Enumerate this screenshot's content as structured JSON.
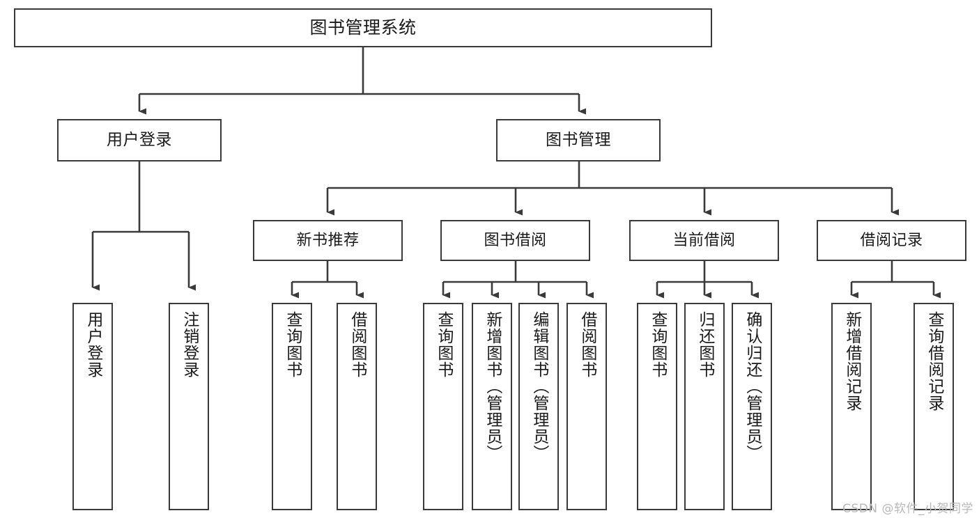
{
  "diagram": {
    "title": "图书管理系统",
    "type": "hierarchy-tree",
    "watermark": "CSDN @软件_小贺同学",
    "colors": {
      "box_border": "#3a3a3a",
      "box_fill": "#ffffff",
      "line": "#3a3a3a",
      "text": "#1a1a1a",
      "watermark": "#b9b9b9"
    },
    "root": {
      "label": "图书管理系统"
    },
    "level2": [
      {
        "label": "用户登录"
      },
      {
        "label": "图书管理"
      }
    ],
    "level3": [
      {
        "label": "新书推荐"
      },
      {
        "label": "图书借阅"
      },
      {
        "label": "当前借阅"
      },
      {
        "label": "借阅记录"
      }
    ],
    "leaves": {
      "user_login": [
        {
          "label": "用户登录"
        },
        {
          "label": "注销登录"
        }
      ],
      "new_book_recommend": [
        {
          "label": "查询图书"
        },
        {
          "label": "借阅图书"
        }
      ],
      "book_borrow": [
        {
          "label": "查询图书"
        },
        {
          "label": "新增图书（管理员）"
        },
        {
          "label": "编辑图书（管理员）"
        },
        {
          "label": "借阅图书"
        }
      ],
      "current_borrow": [
        {
          "label": "查询图书"
        },
        {
          "label": "归还图书"
        },
        {
          "label": "确认归还（管理员）"
        }
      ],
      "borrow_records": [
        {
          "label": "新增借阅记录"
        },
        {
          "label": "查询借阅记录"
        }
      ]
    }
  }
}
